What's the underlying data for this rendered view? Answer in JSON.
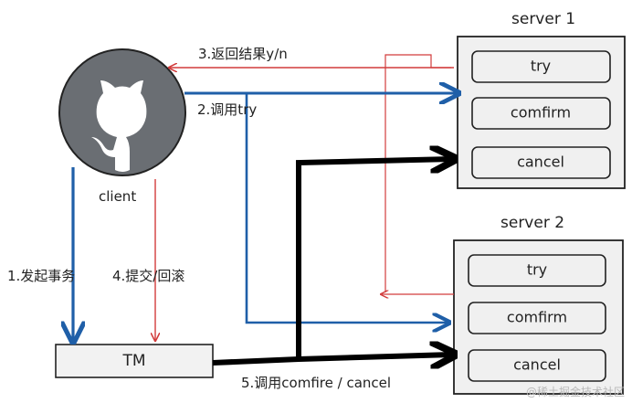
{
  "client": {
    "label": "client"
  },
  "servers": [
    {
      "title": "server 1",
      "buttons": [
        "try",
        "comfirm",
        "cancel"
      ]
    },
    {
      "title": "server 2",
      "buttons": [
        "try",
        "comfirm",
        "cancel"
      ]
    }
  ],
  "tm": {
    "label": "TM"
  },
  "edges": {
    "return_result": "3.返回结果y/n",
    "call_try": "2.调用try",
    "start_tx": "1.发起事务",
    "commit_rollback": "4.提交/回滚",
    "call_confirm_cancel": "5.调用comfire / cancel"
  },
  "watermark": "@稀土掘金技术社区",
  "colors": {
    "blue": "#1f5fa8",
    "red": "#d23c3c",
    "black": "#000000",
    "gray": "#6a6e73"
  }
}
